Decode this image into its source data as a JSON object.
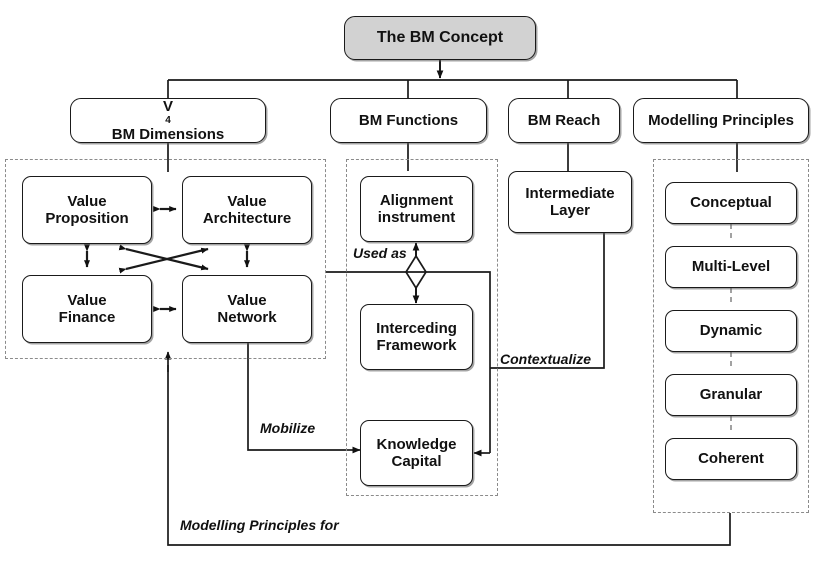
{
  "diagram": {
    "title_node": {
      "label": "The BM Concept"
    },
    "level2": [
      {
        "label_prefix": "V",
        "label_sup": "4",
        "label_suffix": " BM Dimensions",
        "name": "bm-dimensions"
      },
      {
        "label": "BM Functions",
        "name": "bm-functions"
      },
      {
        "label": "BM Reach",
        "name": "bm-reach"
      },
      {
        "label": "Modelling Principles",
        "name": "modelling-principles"
      }
    ],
    "dimensions": {
      "boxes": [
        {
          "line1": "Value",
          "line2": "Proposition"
        },
        {
          "line1": "Value",
          "line2": "Architecture"
        },
        {
          "line1": "Value",
          "line2": "Finance"
        },
        {
          "line1": "Value",
          "line2": "Network"
        }
      ]
    },
    "functions": {
      "boxes": [
        {
          "line1": "Alignment",
          "line2": "instrument"
        },
        {
          "line1": "Interceding",
          "line2": "Framework"
        },
        {
          "line1": "Knowledge",
          "line2": "Capital"
        }
      ]
    },
    "reach": {
      "boxes": [
        {
          "line1": "Intermediate",
          "line2": "Layer"
        }
      ]
    },
    "principles": {
      "boxes": [
        {
          "label": "Conceptual"
        },
        {
          "label": "Multi-Level"
        },
        {
          "label": "Dynamic"
        },
        {
          "label": "Granular"
        },
        {
          "label": "Coherent"
        }
      ]
    },
    "edge_labels": [
      {
        "text": "Used as",
        "name": "edge-label-used-as"
      },
      {
        "text": "Contextualize",
        "name": "edge-label-contextualize"
      },
      {
        "text": "Mobilize",
        "name": "edge-label-mobilize"
      },
      {
        "text": "Modelling Principles for",
        "name": "edge-label-modelling-principles-for"
      }
    ],
    "colors": {
      "concept_fill": "#d2d2d2",
      "node_border": "#1a1a1a",
      "group_border": "#8b8b8b",
      "line": "#1a1a1a",
      "background": "#ffffff"
    }
  }
}
